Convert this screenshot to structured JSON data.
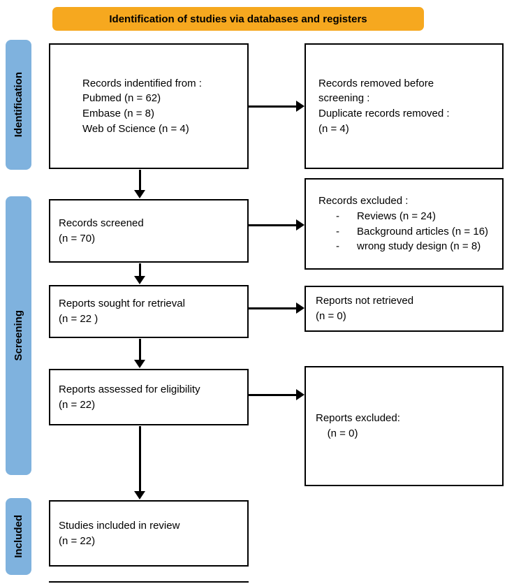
{
  "banner": {
    "label": "Identification of studies via databases and registers",
    "bg_color": "#F6A81F"
  },
  "stages": {
    "identification": "Identification",
    "screening": "Screening",
    "included": "Included"
  },
  "boxes": {
    "records_identified": "Records indentified from :\nPubmed (n = 62)\nEmbase (n = 8)\nWeb of Science (n = 4)",
    "records_removed": "Records removed before\nscreening :\nDuplicate records removed :\n(n = 4)",
    "records_screened": "Records screened\n(n = 70)",
    "records_excluded": "Records excluded :\n      -      Reviews (n = 24)\n      -      Background articles (n = 16)\n      -      wrong study design (n = 8)",
    "reports_sought": "Reports sought for retrieval\n(n = 22 )",
    "reports_not_retrieved": "Reports not retrieved\n(n = 0)",
    "reports_assessed": "Reports assessed for eligibility\n(n = 22)",
    "reports_excluded": "Reports excluded:\n    (n = 0)",
    "studies_included": "Studies included in review\n(n = 22)"
  },
  "colors": {
    "banner_bg": "#F6A81F",
    "stage_bg": "#7FB2DE",
    "box_border": "#000000",
    "arrow": "#000000",
    "text": "#000000",
    "background": "#FFFFFF"
  }
}
